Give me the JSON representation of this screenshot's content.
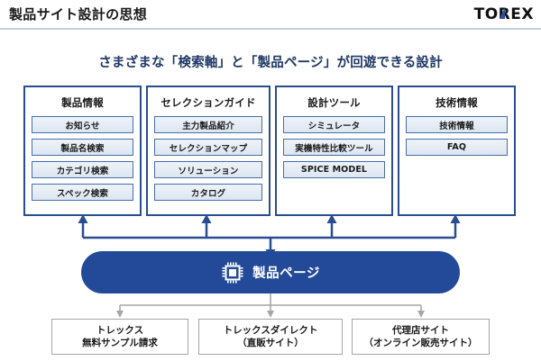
{
  "header": {
    "title": "製品サイト設計の思想",
    "logo_pre": "TO",
    "logo_r": "R",
    "logo_post": "EX"
  },
  "subtitle": "さまざまな「検索軸」と「製品ページ」が回遊できる設計",
  "colors": {
    "accent_blue": "#2a4d8f",
    "pill_blue": "#224a98",
    "subtitle_navy": "#1f3864",
    "chip_fill": "#dce6f1",
    "gray_line": "#a6a6a6",
    "divider": "#c3cedb"
  },
  "columns": [
    {
      "title": "製品情報",
      "items": [
        "お知らせ",
        "製品名検索",
        "カテゴリ検索",
        "スペック検索"
      ]
    },
    {
      "title": "セレクションガイド",
      "items": [
        "主力製品紹介",
        "セレクションマップ",
        "ソリューション",
        "カタログ"
      ]
    },
    {
      "title": "設計ツール",
      "items": [
        "シミュレータ",
        "実機特性比較ツール",
        "SPICE MODEL"
      ]
    },
    {
      "title": "技術情報",
      "items": [
        "技術情報",
        "FAQ"
      ]
    }
  ],
  "product_page": {
    "label": "製品ページ",
    "icon": "chip-icon"
  },
  "bottom_boxes": [
    {
      "line1": "トレックス",
      "line2": "無料サンプル請求"
    },
    {
      "line1": "トレックスダイレクト",
      "line2": "（直販サイト）"
    },
    {
      "line1": "代理店サイト",
      "line2": "（オンライン販売サイト）"
    }
  ]
}
